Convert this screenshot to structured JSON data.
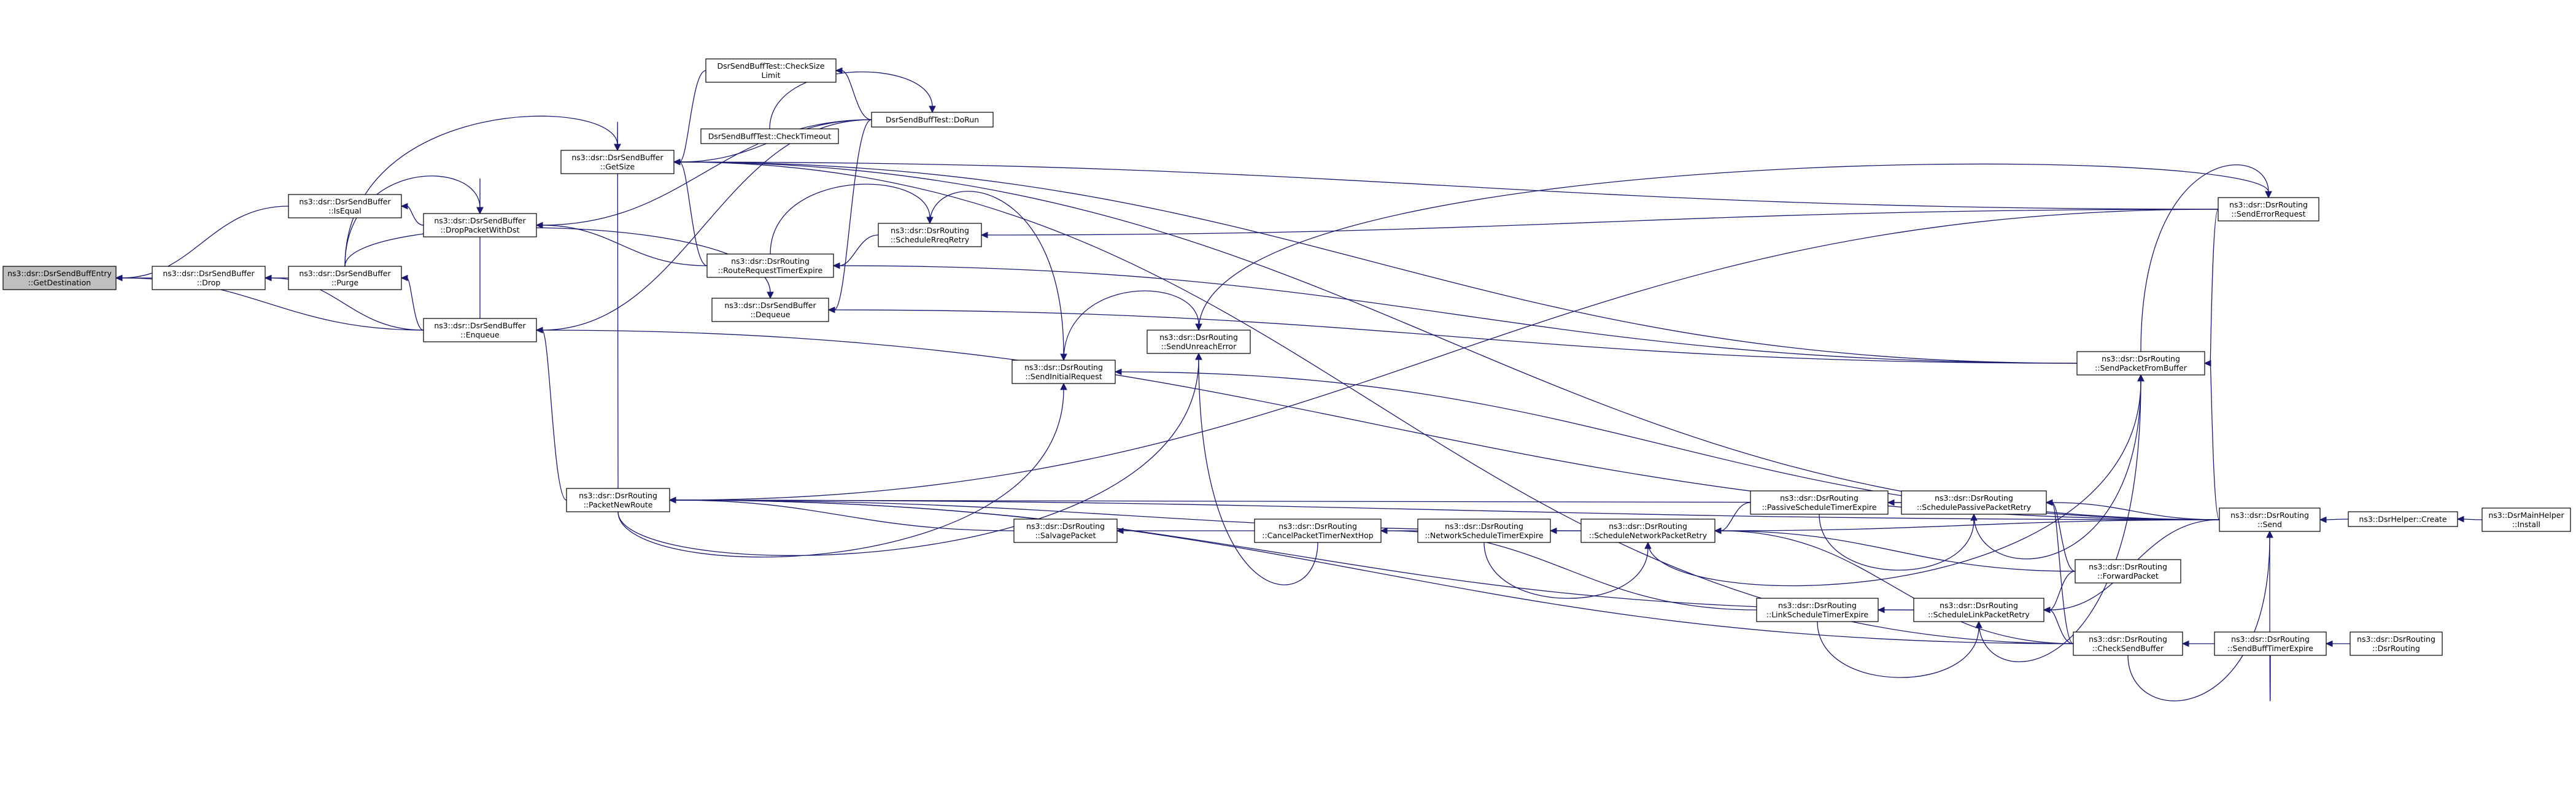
{
  "graph": {
    "nodes": [
      {
        "id": "getdest",
        "lines": [
          "ns3::dsr::DsrSendBuffEntry",
          "::GetDestination"
        ],
        "root": true
      },
      {
        "id": "isequal",
        "lines": [
          "ns3::dsr::DsrSendBuffer",
          "::IsEqual"
        ]
      },
      {
        "id": "drop",
        "lines": [
          "ns3::dsr::DsrSendBuffer",
          "::Drop"
        ]
      },
      {
        "id": "droppkt",
        "lines": [
          "ns3::dsr::DsrSendBuffer",
          "::DropPacketWithDst"
        ]
      },
      {
        "id": "purge",
        "lines": [
          "ns3::dsr::DsrSendBuffer",
          "::Purge"
        ]
      },
      {
        "id": "enqueue",
        "lines": [
          "ns3::dsr::DsrSendBuffer",
          "::Enqueue"
        ]
      },
      {
        "id": "getsize",
        "lines": [
          "ns3::dsr::DsrSendBuffer",
          "::GetSize"
        ]
      },
      {
        "id": "checksize",
        "lines": [
          "DsrSendBuffTest::CheckSize",
          "Limit"
        ]
      },
      {
        "id": "checktimeout",
        "lines": [
          "DsrSendBuffTest::CheckTimeout"
        ]
      },
      {
        "id": "dorun",
        "lines": [
          "DsrSendBuffTest::DoRun"
        ]
      },
      {
        "id": "routereq",
        "lines": [
          "ns3::dsr::DsrRouting",
          "::RouteRequestTimerExpire"
        ]
      },
      {
        "id": "dequeue",
        "lines": [
          "ns3::dsr::DsrSendBuffer",
          "::Dequeue"
        ]
      },
      {
        "id": "schedreq",
        "lines": [
          "ns3::dsr::DsrRouting",
          "::ScheduleRreqRetry"
        ]
      },
      {
        "id": "sendinit",
        "lines": [
          "ns3::dsr::DsrRouting",
          "::SendInitialRequest"
        ]
      },
      {
        "id": "sendunreach",
        "lines": [
          "ns3::dsr::DsrRouting",
          "::SendUnreachError"
        ]
      },
      {
        "id": "pktnewroute",
        "lines": [
          "ns3::dsr::DsrRouting",
          "::PacketNewRoute"
        ]
      },
      {
        "id": "salvage",
        "lines": [
          "ns3::dsr::DsrRouting",
          "::SalvagePacket"
        ]
      },
      {
        "id": "cancelpkt",
        "lines": [
          "ns3::dsr::DsrRouting",
          "::CancelPacketTimerNextHop"
        ]
      },
      {
        "id": "netsched",
        "lines": [
          "ns3::dsr::DsrRouting",
          "::NetworkScheduleTimerExpire"
        ]
      },
      {
        "id": "schednet",
        "lines": [
          "ns3::dsr::DsrRouting",
          "::ScheduleNetworkPacketRetry"
        ]
      },
      {
        "id": "passsched",
        "lines": [
          "ns3::dsr::DsrRouting",
          "::PassiveScheduleTimerExpire"
        ]
      },
      {
        "id": "schedpass",
        "lines": [
          "ns3::dsr::DsrRouting",
          "::SchedulePassivePacketRetry"
        ]
      },
      {
        "id": "linksched",
        "lines": [
          "ns3::dsr::DsrRouting",
          "::LinkScheduleTimerExpire"
        ]
      },
      {
        "id": "schedlink",
        "lines": [
          "ns3::dsr::DsrRouting",
          "::ScheduleLinkPacketRetry"
        ]
      },
      {
        "id": "sendfrombuf",
        "lines": [
          "ns3::dsr::DsrRouting",
          "::SendPacketFromBuffer"
        ]
      },
      {
        "id": "senderrreq",
        "lines": [
          "ns3::dsr::DsrRouting",
          "::SendErrorRequest"
        ]
      },
      {
        "id": "forward",
        "lines": [
          "ns3::dsr::DsrRouting",
          "::ForwardPacket"
        ]
      },
      {
        "id": "checksend",
        "lines": [
          "ns3::dsr::DsrRouting",
          "::CheckSendBuffer"
        ]
      },
      {
        "id": "send",
        "lines": [
          "ns3::dsr::DsrRouting",
          "::Send"
        ]
      },
      {
        "id": "sendbufftimer",
        "lines": [
          "ns3::dsr::DsrRouting",
          "::SendBuffTimerExpire"
        ]
      },
      {
        "id": "dsrrouting",
        "lines": [
          "ns3::dsr::DsrRouting",
          "::DsrRouting"
        ]
      },
      {
        "id": "helpercreate",
        "lines": [
          "ns3::DsrHelper::Create"
        ]
      },
      {
        "id": "mainhelper",
        "lines": [
          "ns3::DsrMainHelper",
          "::Install"
        ]
      }
    ],
    "edges": [
      [
        "isequal",
        "getdest"
      ],
      [
        "drop",
        "getdest"
      ],
      [
        "enqueue",
        "getdest"
      ],
      [
        "droppkt",
        "isequal"
      ],
      [
        "purge",
        "drop"
      ],
      [
        "enqueue",
        "drop"
      ],
      [
        "purge",
        "droppkt"
      ],
      [
        "enqueue",
        "droppkt"
      ],
      [
        "enqueue",
        "purge"
      ],
      [
        "checksize",
        "getsize"
      ],
      [
        "dorun",
        "getsize"
      ],
      [
        "routereq",
        "getsize"
      ],
      [
        "pktnewroute",
        "getsize"
      ],
      [
        "checksend",
        "getsize"
      ],
      [
        "send",
        "getsize"
      ],
      [
        "sendfrombuf",
        "getsize"
      ],
      [
        "purge",
        "getsize"
      ],
      [
        "dorun",
        "enqueue"
      ],
      [
        "pktnewroute",
        "enqueue"
      ],
      [
        "send",
        "enqueue"
      ],
      [
        "purge",
        "dequeue"
      ],
      [
        "dorun",
        "checksize"
      ],
      [
        "dorun",
        "droppkt"
      ],
      [
        "dorun",
        "dequeue"
      ],
      [
        "checktimeout",
        "dorun"
      ],
      [
        "senderrreq",
        "getsize"
      ],
      [
        "routereq",
        "droppkt"
      ],
      [
        "schedreq",
        "routereq"
      ],
      [
        "sendfrombuf",
        "routereq"
      ],
      [
        "sendfrombuf",
        "dequeue"
      ],
      [
        "routereq",
        "schedreq"
      ],
      [
        "senderrreq",
        "schedreq"
      ],
      [
        "schedreq",
        "sendinit"
      ],
      [
        "sendinit",
        "sendunreach"
      ],
      [
        "send",
        "sendinit"
      ],
      [
        "pktnewroute",
        "sendinit"
      ],
      [
        "pktnewroute",
        "sendunreach"
      ],
      [
        "senderrreq",
        "pktnewroute"
      ],
      [
        "sendunreach",
        "senderrreq"
      ],
      [
        "cancelpkt",
        "sendunreach"
      ],
      [
        "salvage",
        "pktnewroute"
      ],
      [
        "schedpass",
        "pktnewroute"
      ],
      [
        "schednet",
        "pktnewroute"
      ],
      [
        "schedlink",
        "pktnewroute"
      ],
      [
        "checksend",
        "pktnewroute"
      ],
      [
        "send",
        "pktnewroute"
      ],
      [
        "cancelpkt",
        "salvage"
      ],
      [
        "netsched",
        "cancelpkt"
      ],
      [
        "linksched",
        "cancelpkt"
      ],
      [
        "schednet",
        "netsched"
      ],
      [
        "netsched",
        "schednet"
      ],
      [
        "passsched",
        "schednet"
      ],
      [
        "send",
        "schednet"
      ],
      [
        "forward",
        "schednet"
      ],
      [
        "checksend",
        "schednet"
      ],
      [
        "schedpass",
        "passsched"
      ],
      [
        "passsched",
        "schedpass"
      ],
      [
        "send",
        "schedpass"
      ],
      [
        "forward",
        "schedpass"
      ],
      [
        "checksend",
        "schedpass"
      ],
      [
        "linksched",
        "schedlink"
      ],
      [
        "schedlink",
        "linksched"
      ],
      [
        "send",
        "schedlink"
      ],
      [
        "forward",
        "schedlink"
      ],
      [
        "checksend",
        "schedlink"
      ],
      [
        "schednet",
        "sendfrombuf"
      ],
      [
        "schedpass",
        "sendfrombuf"
      ],
      [
        "schedlink",
        "sendfrombuf"
      ],
      [
        "senderrreq",
        "sendfrombuf"
      ],
      [
        "send",
        "sendfrombuf"
      ],
      [
        "sendfrombuf",
        "senderrreq"
      ],
      [
        "checksend",
        "send"
      ],
      [
        "sendbufftimer",
        "send"
      ],
      [
        "helpercreate",
        "send"
      ],
      [
        "sendbufftimer",
        "checksend"
      ],
      [
        "dsrrouting",
        "sendbufftimer"
      ],
      [
        "mainhelper",
        "helpercreate"
      ]
    ]
  }
}
